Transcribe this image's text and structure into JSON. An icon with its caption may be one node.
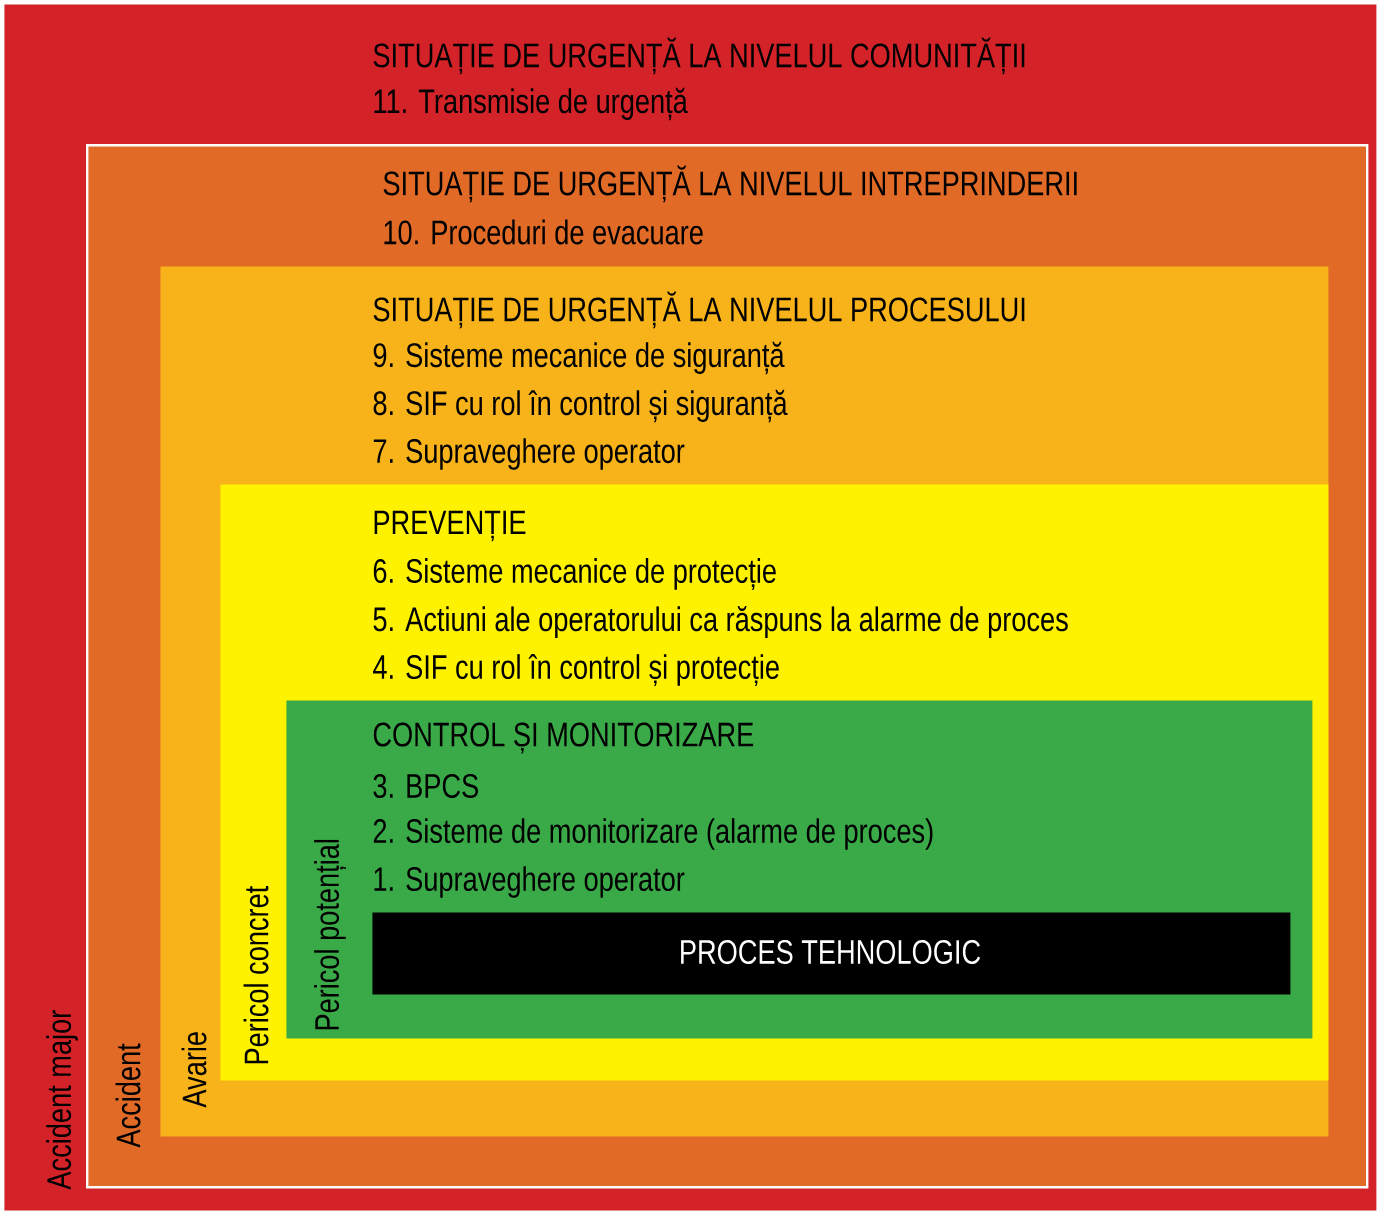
{
  "diagram": {
    "nodes": [
      {
        "text": [
          "SITUAȚIE DE URGENȚĂ LA NIVELUL COMUNITĂȚII",
          "11. Transmisie de urgență"
        ],
        "beside": [
          "Accident major"
        ]
      },
      {
        "text": [
          "SITUAȚIE DE URGENȚĂ LA NIVELUL INTREPRINDERII",
          "10. Proceduri de evacuare"
        ],
        "beside": [
          "Accident"
        ],
        "in": 0
      },
      {
        "text": [
          "SITUAȚIE DE URGENȚĂ LA NIVELUL PROCESULUI",
          "9. Sisteme mecanice de siguranță",
          "8. SIF cu rol în control și siguranță",
          "7. Supraveghere operator"
        ],
        "beside": [
          "Avarie"
        ],
        "in": 1
      },
      {
        "text": [
          "PREVENȚIE",
          "6. Sisteme mecanice de protecție",
          "5. Actiuni ale operatorului ca răspuns la alarme de proces",
          "4. SIF cu rol în control și protecție"
        ],
        "beside": [
          "Pericol concret"
        ],
        "in": 2
      },
      {
        "text": [
          "CONTROL ȘI MONITORIZARE",
          "3. BPCS",
          "2. Sisteme de monitorizare (alarme de proces)",
          "1. Supraveghere operator"
        ],
        "beside": [
          "Pericol potențial"
        ],
        "in": 3
      },
      {
        "text": [
          "PROCES TEHNOLOGIC"
        ],
        "in": 4
      }
    ]
  }
}
